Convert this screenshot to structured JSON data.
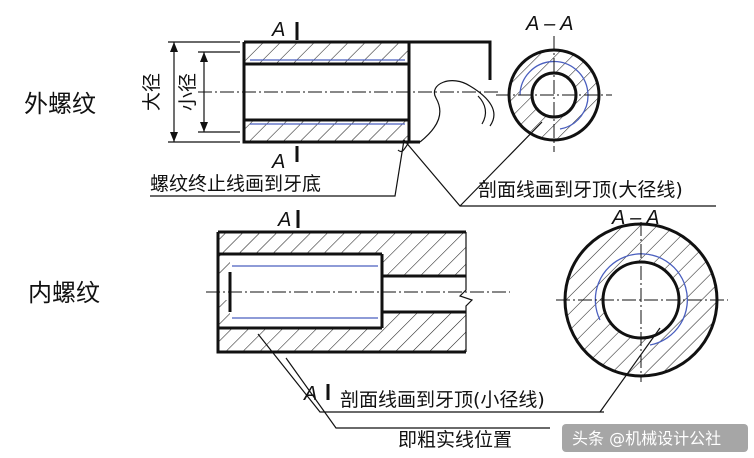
{
  "labels": {
    "external_thread": "外螺纹",
    "internal_thread": "内螺纹",
    "major_diameter": "大径",
    "minor_diameter": "小径",
    "thread_end_note": "螺纹终止线画到牙底",
    "hatch_to_crest_major": "剖面线画到牙顶(大径线)",
    "hatch_to_crest_minor": "剖面线画到牙顶(小径线)",
    "thick_line_position": "即粗实线位置",
    "section_a_top": "A",
    "section_a_bottom": "A",
    "section_view_top": "A – A",
    "section_a_internal_top": "A",
    "section_a_internal_bottom": "A",
    "section_view_bottom": "A – A"
  },
  "watermark": "头条 @机械设计公社",
  "colors": {
    "line": "#111111",
    "thread_line": "#4a5fbf",
    "background": "#ffffff"
  }
}
